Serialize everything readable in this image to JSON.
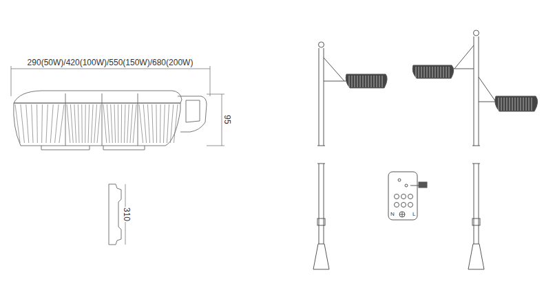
{
  "diagram": {
    "labels": [
      "290(50W)/420(100W)/550(150W)/680(200W)",
      "95",
      "310",
      "N",
      "L"
    ]
  }
}
